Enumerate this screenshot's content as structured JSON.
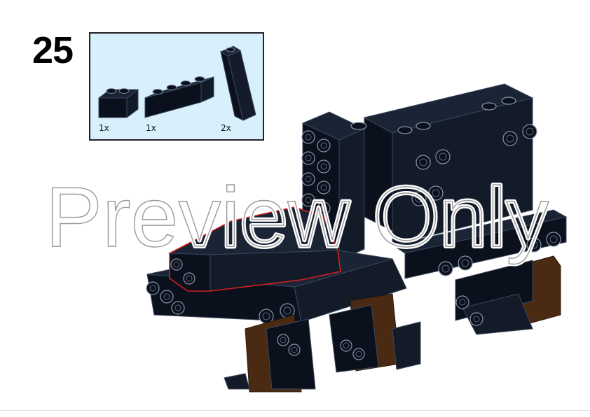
{
  "step": {
    "number": "25"
  },
  "parts": [
    {
      "name": "brick-1x2-black",
      "quantity": "1x"
    },
    {
      "name": "brick-1x4-black",
      "quantity": "1x"
    },
    {
      "name": "slope-black",
      "quantity": "2x"
    }
  ],
  "watermark": {
    "text": "Preview Only"
  },
  "colors": {
    "panel_bg": "#d7f0fb",
    "brick_black": "#0b111c",
    "brick_edge": "#2e3a4d",
    "brick_brown": "#4a2a12",
    "highlight_red": "#d21f1f"
  }
}
